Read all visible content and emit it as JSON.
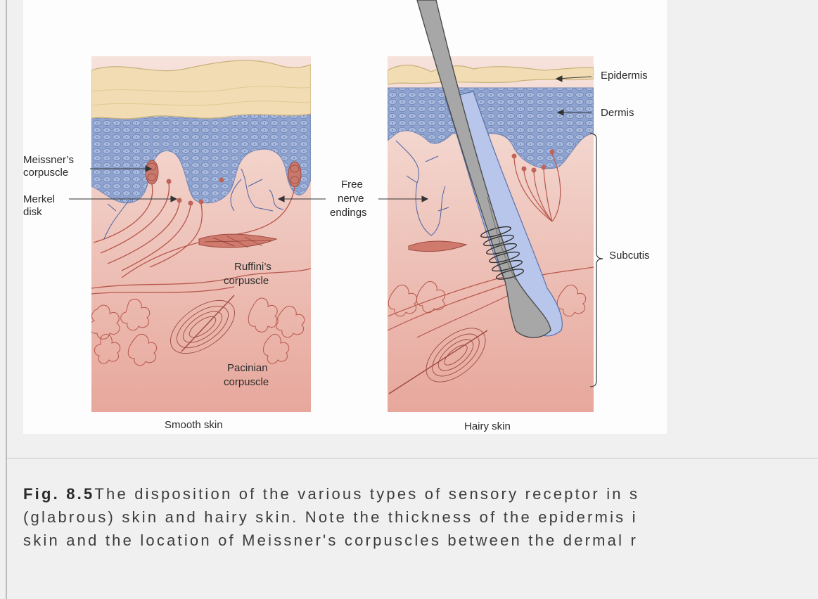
{
  "figure": {
    "labels": {
      "epidermis": "Epidermis",
      "dermis": "Dermis",
      "subcutis": "Subcutis",
      "meissner_1": "Meissner’s",
      "meissner_2": "corpuscle",
      "merkel_1": "Merkel",
      "merkel_2": "disk",
      "free_1": "Free",
      "free_2": "nerve",
      "free_3": "endings",
      "ruffini_1": "Ruffini’s",
      "ruffini_2": "corpuscle",
      "pacinian_1": "Pacinian",
      "pacinian_2": "corpuscle",
      "smooth_skin": "Smooth skin",
      "hairy_skin": "Hairy skin"
    },
    "colors": {
      "epidermis": "#f1dcb3",
      "dermis": "#8aa0cc",
      "subcutis_top": "#f4ddd6",
      "subcutis_bottom": "#e9aaa0",
      "hair": "#a7a7a7",
      "nerve_fiber": "#b8574c"
    }
  },
  "caption": {
    "figure_number": "Fig. 8.5",
    "lines": [
      "The disposition of the various types of sensory receptor in s",
      "(glabrous) skin and hairy skin. Note the thickness of the epidermis i",
      "skin and the location of Meissner's corpuscles between the dermal r"
    ]
  }
}
